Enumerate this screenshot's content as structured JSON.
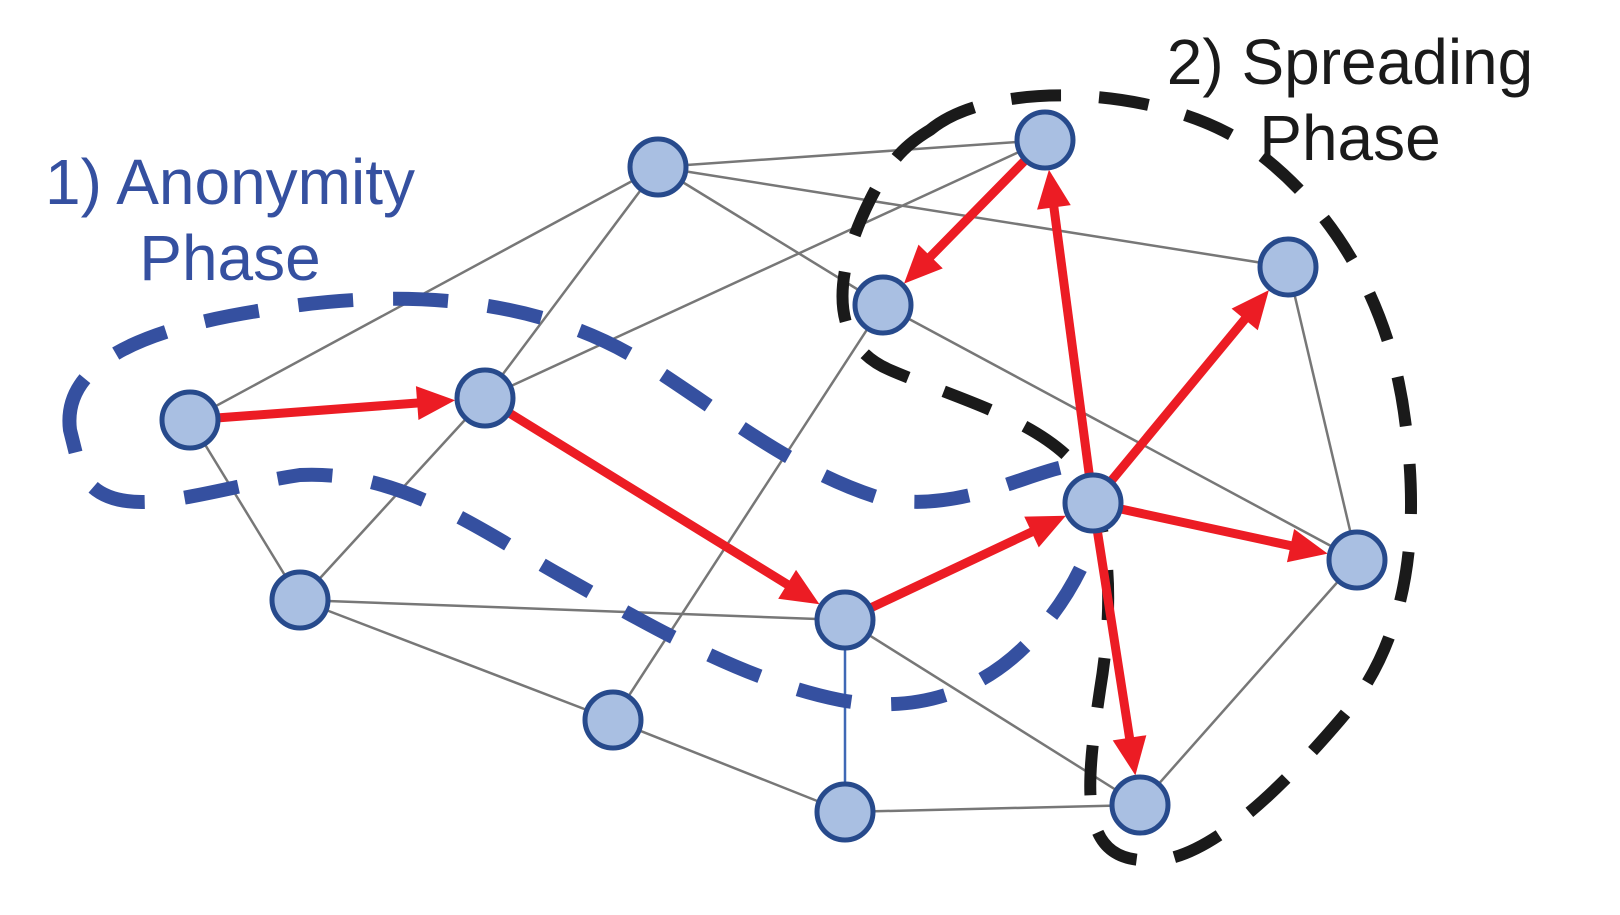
{
  "labels": {
    "anonymity": {
      "line1": "1) Anonymity",
      "line2": "Phase",
      "color": "#3550a0"
    },
    "spreading": {
      "line1": "2) Spreading",
      "line2": "Phase",
      "color": "#1a1a1a"
    }
  },
  "colors": {
    "node_fill": "#a9bfe2",
    "node_stroke": "#274a8c",
    "edge": "#777777",
    "edge_highlight": "#3f68b5",
    "arrow": "#ec1c24",
    "anonymity_region": "#3550a0",
    "spreading_region": "#1a1a1a"
  },
  "nodes": [
    {
      "id": "A"
    },
    {
      "id": "B"
    },
    {
      "id": "C"
    },
    {
      "id": "D"
    },
    {
      "id": "E"
    },
    {
      "id": "F"
    },
    {
      "id": "G"
    },
    {
      "id": "H"
    },
    {
      "id": "I"
    },
    {
      "id": "J"
    },
    {
      "id": "K"
    },
    {
      "id": "L"
    },
    {
      "id": "M"
    }
  ],
  "edges": [
    {
      "from": "A",
      "to": "D"
    },
    {
      "from": "A",
      "to": "C"
    },
    {
      "from": "B",
      "to": "E"
    },
    {
      "from": "B",
      "to": "C"
    },
    {
      "from": "B",
      "to": "D"
    },
    {
      "from": "C",
      "to": "I"
    },
    {
      "from": "C",
      "to": "K"
    },
    {
      "from": "D",
      "to": "E"
    },
    {
      "from": "D",
      "to": "F"
    },
    {
      "from": "D",
      "to": "G"
    },
    {
      "from": "F",
      "to": "K"
    },
    {
      "from": "F",
      "to": "J"
    },
    {
      "from": "I",
      "to": "L",
      "highlight": true
    },
    {
      "from": "I",
      "to": "M"
    },
    {
      "from": "K",
      "to": "L"
    },
    {
      "from": "L",
      "to": "M"
    },
    {
      "from": "G",
      "to": "J"
    },
    {
      "from": "J",
      "to": "M"
    }
  ],
  "arrows": [
    {
      "from": "A",
      "to": "B"
    },
    {
      "from": "B",
      "to": "I"
    },
    {
      "from": "I",
      "to": "H"
    },
    {
      "from": "H",
      "to": "E"
    },
    {
      "from": "E",
      "to": "F"
    },
    {
      "from": "H",
      "to": "G"
    },
    {
      "from": "H",
      "to": "J"
    },
    {
      "from": "H",
      "to": "M"
    }
  ]
}
